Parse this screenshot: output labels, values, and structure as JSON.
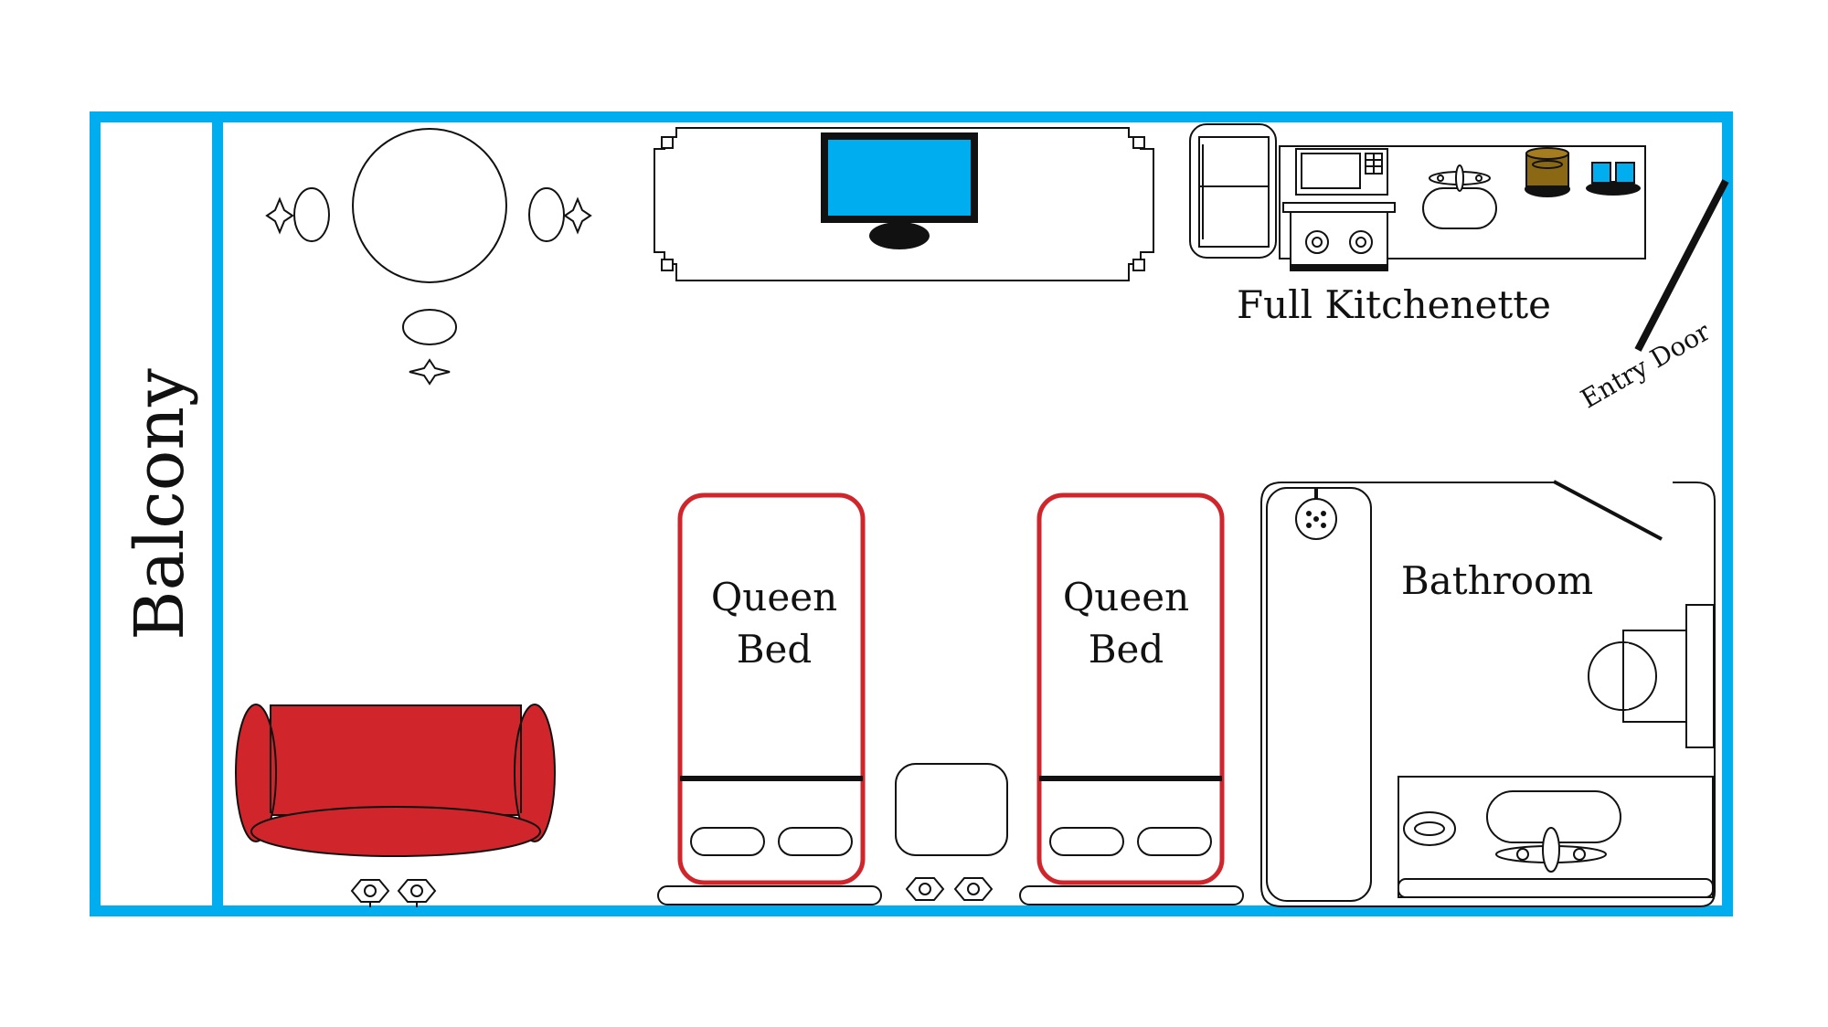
{
  "colors": {
    "wall": "#00aeef",
    "bed_frame": "#d0252b",
    "sofa": "#d0252b",
    "tv_screen": "#00aeef",
    "coffee_maker": "#8b6914",
    "mugs": "#00aeef",
    "line": "#111111"
  },
  "labels": {
    "balcony": "Balcony",
    "kitchenette": "Full Kitchenette",
    "entry_door": "Entry Door",
    "bathroom": "Bathroom",
    "bed_left_line1": "Queen",
    "bed_left_line2": "Bed",
    "bed_right_line1": "Queen",
    "bed_right_line2": "Bed"
  },
  "icons": {
    "dining_table": "round-table-icon",
    "tv": "television-icon",
    "fridge": "refrigerator-icon",
    "microwave": "microwave-icon",
    "stove": "stove-icon",
    "kitchen_sink": "sink-icon",
    "coffee_maker": "coffee-maker-icon",
    "mugs": "mugs-icon",
    "sofa": "sofa-icon",
    "nightstand": "nightstand-icon",
    "shower": "shower-icon",
    "toilet": "toilet-icon",
    "vanity": "vanity-sink-icon",
    "lamps": "lamp-icon"
  }
}
